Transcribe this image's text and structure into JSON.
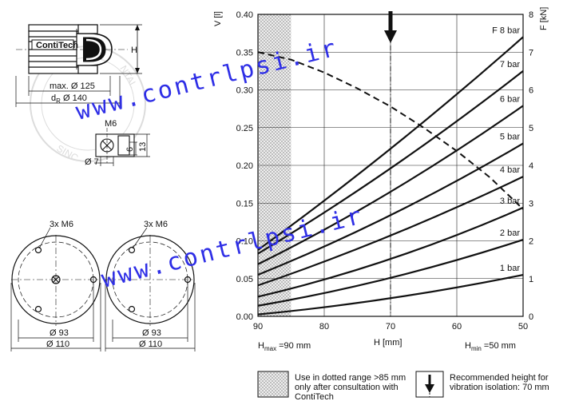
{
  "drawing": {
    "brand": "ContiTech",
    "dim_height": "H",
    "dim_max": "max. Ø 125",
    "dim_dr_prefix": "d",
    "dim_dr_sub": "R",
    "dim_dr_value": " Ø 140",
    "thread": "M6",
    "dim_6": "6",
    "dim_13": "13",
    "dim_bore": "Ø 7",
    "left_plate": {
      "holes": "3x M6",
      "pcd": "Ø 93",
      "dia": "Ø 110"
    },
    "right_plate": {
      "holes": "3x M6",
      "pcd": "Ø 93",
      "dia": "Ø 110"
    }
  },
  "watermark": [
    "www.contrlpsi.ir",
    "www.contrlpsi.ir"
  ],
  "legend": {
    "dotted_text": [
      "Use in dotted range >85 mm",
      "only after consultation with",
      "ContiTech"
    ],
    "arrow_text": [
      "Recommended height for",
      "vibration isolation: 70 mm"
    ]
  },
  "colors": {
    "ink": "#111111",
    "watermark": "#2e2ee6",
    "grid": "#222222"
  },
  "chart_data": {
    "type": "line",
    "x_label": "H [mm]",
    "x_ticks": [
      90,
      80,
      70,
      60,
      50
    ],
    "xlim": [
      90,
      50
    ],
    "y_left_label": "V [l]",
    "y_left_ticks": [
      "0.00",
      "0.05",
      "0.10",
      "0.15",
      "0.20",
      "0.25",
      "0.30",
      "0.35",
      "0.40"
    ],
    "y_left_lim": [
      0,
      0.4
    ],
    "y_right_label": "F [kN]",
    "y_right_ticks": [
      "0",
      "1",
      "2",
      "3",
      "4",
      "5",
      "6",
      "7",
      "8"
    ],
    "y_right_lim": [
      0,
      8
    ],
    "h_max_label": "H",
    "h_max_sub": "max",
    "h_max_value": " =90 mm",
    "h_min_label": "H",
    "h_min_sub": "min",
    "h_min_value": " =50 mm",
    "dotted_range": [
      90,
      85
    ],
    "recommended_height": 70,
    "force_series": [
      {
        "name": "1 bar",
        "x": [
          90,
          70,
          50
        ],
        "y": [
          0.05,
          0.48,
          1.1
        ]
      },
      {
        "name": "2 bar",
        "x": [
          90,
          70,
          50
        ],
        "y": [
          0.28,
          1.02,
          2.03
        ]
      },
      {
        "name": "3 bar",
        "x": [
          90,
          70,
          50
        ],
        "y": [
          0.52,
          1.52,
          2.88
        ]
      },
      {
        "name": "4 bar",
        "x": [
          90,
          70,
          50
        ],
        "y": [
          0.82,
          2.14,
          3.7
        ]
      },
      {
        "name": "5 bar",
        "x": [
          90,
          70,
          50
        ],
        "y": [
          1.1,
          2.68,
          4.58
        ]
      },
      {
        "name": "6 bar",
        "x": [
          90,
          70,
          50
        ],
        "y": [
          1.38,
          3.3,
          5.58
        ]
      },
      {
        "name": "7 bar",
        "x": [
          90,
          70,
          50
        ],
        "y": [
          1.66,
          3.92,
          6.5
        ]
      },
      {
        "name": "F 8 bar",
        "x": [
          90,
          70,
          50
        ],
        "y": [
          1.76,
          4.44,
          7.4
        ]
      }
    ],
    "volume_series": {
      "x": [
        90,
        85,
        80,
        75,
        70,
        65,
        60,
        55,
        50
      ],
      "y": [
        0.35,
        0.34,
        0.323,
        0.302,
        0.278,
        0.25,
        0.219,
        0.184,
        0.142
      ]
    }
  }
}
